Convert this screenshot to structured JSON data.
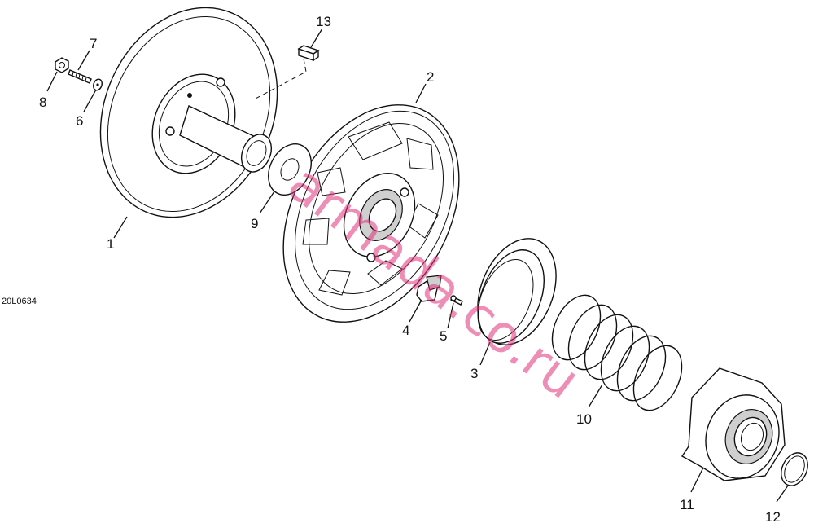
{
  "figure_id": "20L0634",
  "watermark": "armada.co.ru",
  "callouts": [
    {
      "id": "1",
      "label": "1"
    },
    {
      "id": "2",
      "label": "2"
    },
    {
      "id": "3",
      "label": "3"
    },
    {
      "id": "4",
      "label": "4"
    },
    {
      "id": "5",
      "label": "5"
    },
    {
      "id": "6",
      "label": "6"
    },
    {
      "id": "7",
      "label": "7"
    },
    {
      "id": "8",
      "label": "8"
    },
    {
      "id": "9",
      "label": "9"
    },
    {
      "id": "10",
      "label": "10"
    },
    {
      "id": "11",
      "label": "11"
    },
    {
      "id": "12",
      "label": "12"
    },
    {
      "id": "13",
      "label": "13"
    }
  ],
  "colors": {
    "line": "#111111",
    "background": "#ffffff",
    "watermark": "#e0307a"
  }
}
